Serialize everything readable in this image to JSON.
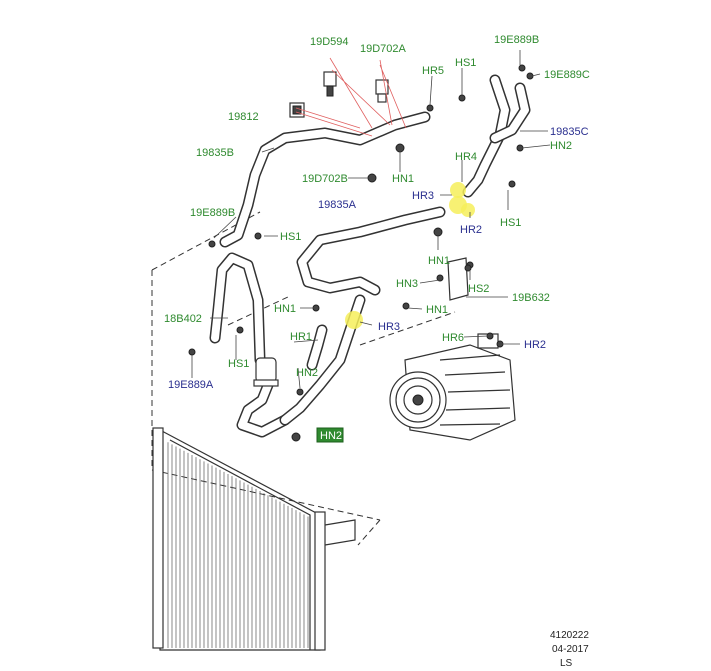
{
  "labels": [
    {
      "id": "l-19d594",
      "text": "19D594",
      "color": "green"
    },
    {
      "id": "l-19d702a",
      "text": "19D702A",
      "color": "green"
    },
    {
      "id": "l-hr5",
      "text": "HR5",
      "color": "green"
    },
    {
      "id": "l-hs1-a",
      "text": "HS1",
      "color": "green"
    },
    {
      "id": "l-19e889b",
      "text": "19E889B",
      "color": "green"
    },
    {
      "id": "l-19e889c",
      "text": "19E889C",
      "color": "green"
    },
    {
      "id": "l-19812",
      "text": "19812",
      "color": "green"
    },
    {
      "id": "l-19835c",
      "text": "19835C",
      "color": "blue"
    },
    {
      "id": "l-hn2-a",
      "text": "HN2",
      "color": "green"
    },
    {
      "id": "l-19835b",
      "text": "19835B",
      "color": "green"
    },
    {
      "id": "l-hr4",
      "text": "HR4",
      "color": "green"
    },
    {
      "id": "l-19d702b",
      "text": "19D702B",
      "color": "green"
    },
    {
      "id": "l-hn1-a",
      "text": "HN1",
      "color": "green"
    },
    {
      "id": "l-hr3-a",
      "text": "HR3",
      "color": "blue"
    },
    {
      "id": "l-hs1-b",
      "text": "HS1",
      "color": "green"
    },
    {
      "id": "l-19835a",
      "text": "19835A",
      "color": "blue"
    },
    {
      "id": "l-hr2-a",
      "text": "HR2",
      "color": "blue"
    },
    {
      "id": "l-19e889b-2",
      "text": "19E889B",
      "color": "green"
    },
    {
      "id": "l-hs1-c",
      "text": "HS1",
      "color": "green"
    },
    {
      "id": "l-hn1-b",
      "text": "HN1",
      "color": "green"
    },
    {
      "id": "l-hn3",
      "text": "HN3",
      "color": "green"
    },
    {
      "id": "l-hs2",
      "text": "HS2",
      "color": "green"
    },
    {
      "id": "l-19b632",
      "text": "19B632",
      "color": "green"
    },
    {
      "id": "l-hn1-c",
      "text": "HN1",
      "color": "green"
    },
    {
      "id": "l-hn1-d",
      "text": "HN1",
      "color": "green"
    },
    {
      "id": "l-18b402",
      "text": "18B402",
      "color": "green"
    },
    {
      "id": "l-hr3-b",
      "text": "HR3",
      "color": "blue"
    },
    {
      "id": "l-hr1",
      "text": "HR1",
      "color": "green"
    },
    {
      "id": "l-hr6",
      "text": "HR6",
      "color": "green"
    },
    {
      "id": "l-hr2-b",
      "text": "HR2",
      "color": "blue"
    },
    {
      "id": "l-hs1-d",
      "text": "HS1",
      "color": "green"
    },
    {
      "id": "l-hn2-b",
      "text": "HN2",
      "color": "green"
    },
    {
      "id": "l-19e889a",
      "text": "19E889A",
      "color": "blue"
    }
  ],
  "badge": {
    "text": "HN2",
    "fill": "#2f8a2f",
    "text_color": "#ffffff"
  },
  "stamp": {
    "line1": "4120222",
    "line2": "04-2017",
    "line3": "LS"
  },
  "colors": {
    "label_green": "#2f8a2f",
    "label_blue": "#2a2f8f",
    "highlight": "#f6ef5a",
    "leader_red": "#e06060"
  }
}
